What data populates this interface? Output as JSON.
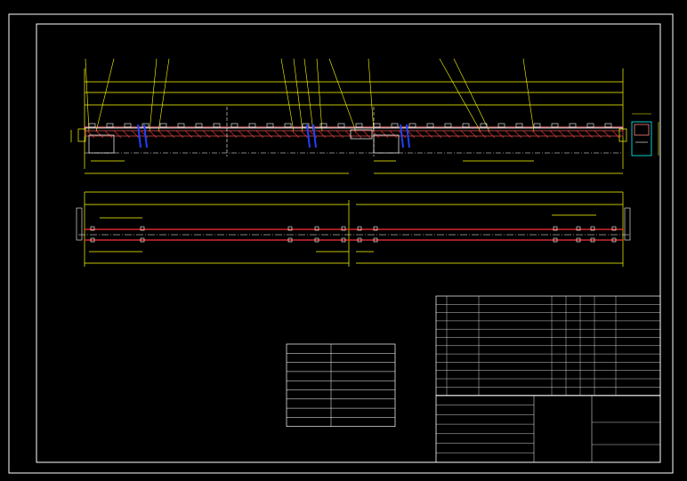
{
  "colors": {
    "background": "#000000",
    "frame": "#ffffff",
    "structure_top": "#ff8080",
    "structure_bottom": "#a04040",
    "rail_top": "#ffffff",
    "rail_bottom": "#ff3030",
    "support": "#2040ff",
    "dimension": "#ffff00",
    "leader": "#ffff00",
    "hatch": "#ff3030",
    "block": "#ffffff",
    "grid": "#ffffff",
    "centerline": "#ffffff",
    "text": "#ffffff",
    "section_text": "#00ffff",
    "plan_rail": "#ff3030"
  },
  "elevation": {
    "numbers_count": 11,
    "dimension_lines": 5
  },
  "plan": {
    "dimension_lines": 4
  },
  "notes": {
    "title": "",
    "lines": []
  },
  "params": {
    "title": "",
    "rows": 9
  },
  "parts_list": {
    "rows": 11,
    "header": []
  },
  "title_block": {
    "drawing_title": "",
    "drawing_subtitle": ""
  }
}
